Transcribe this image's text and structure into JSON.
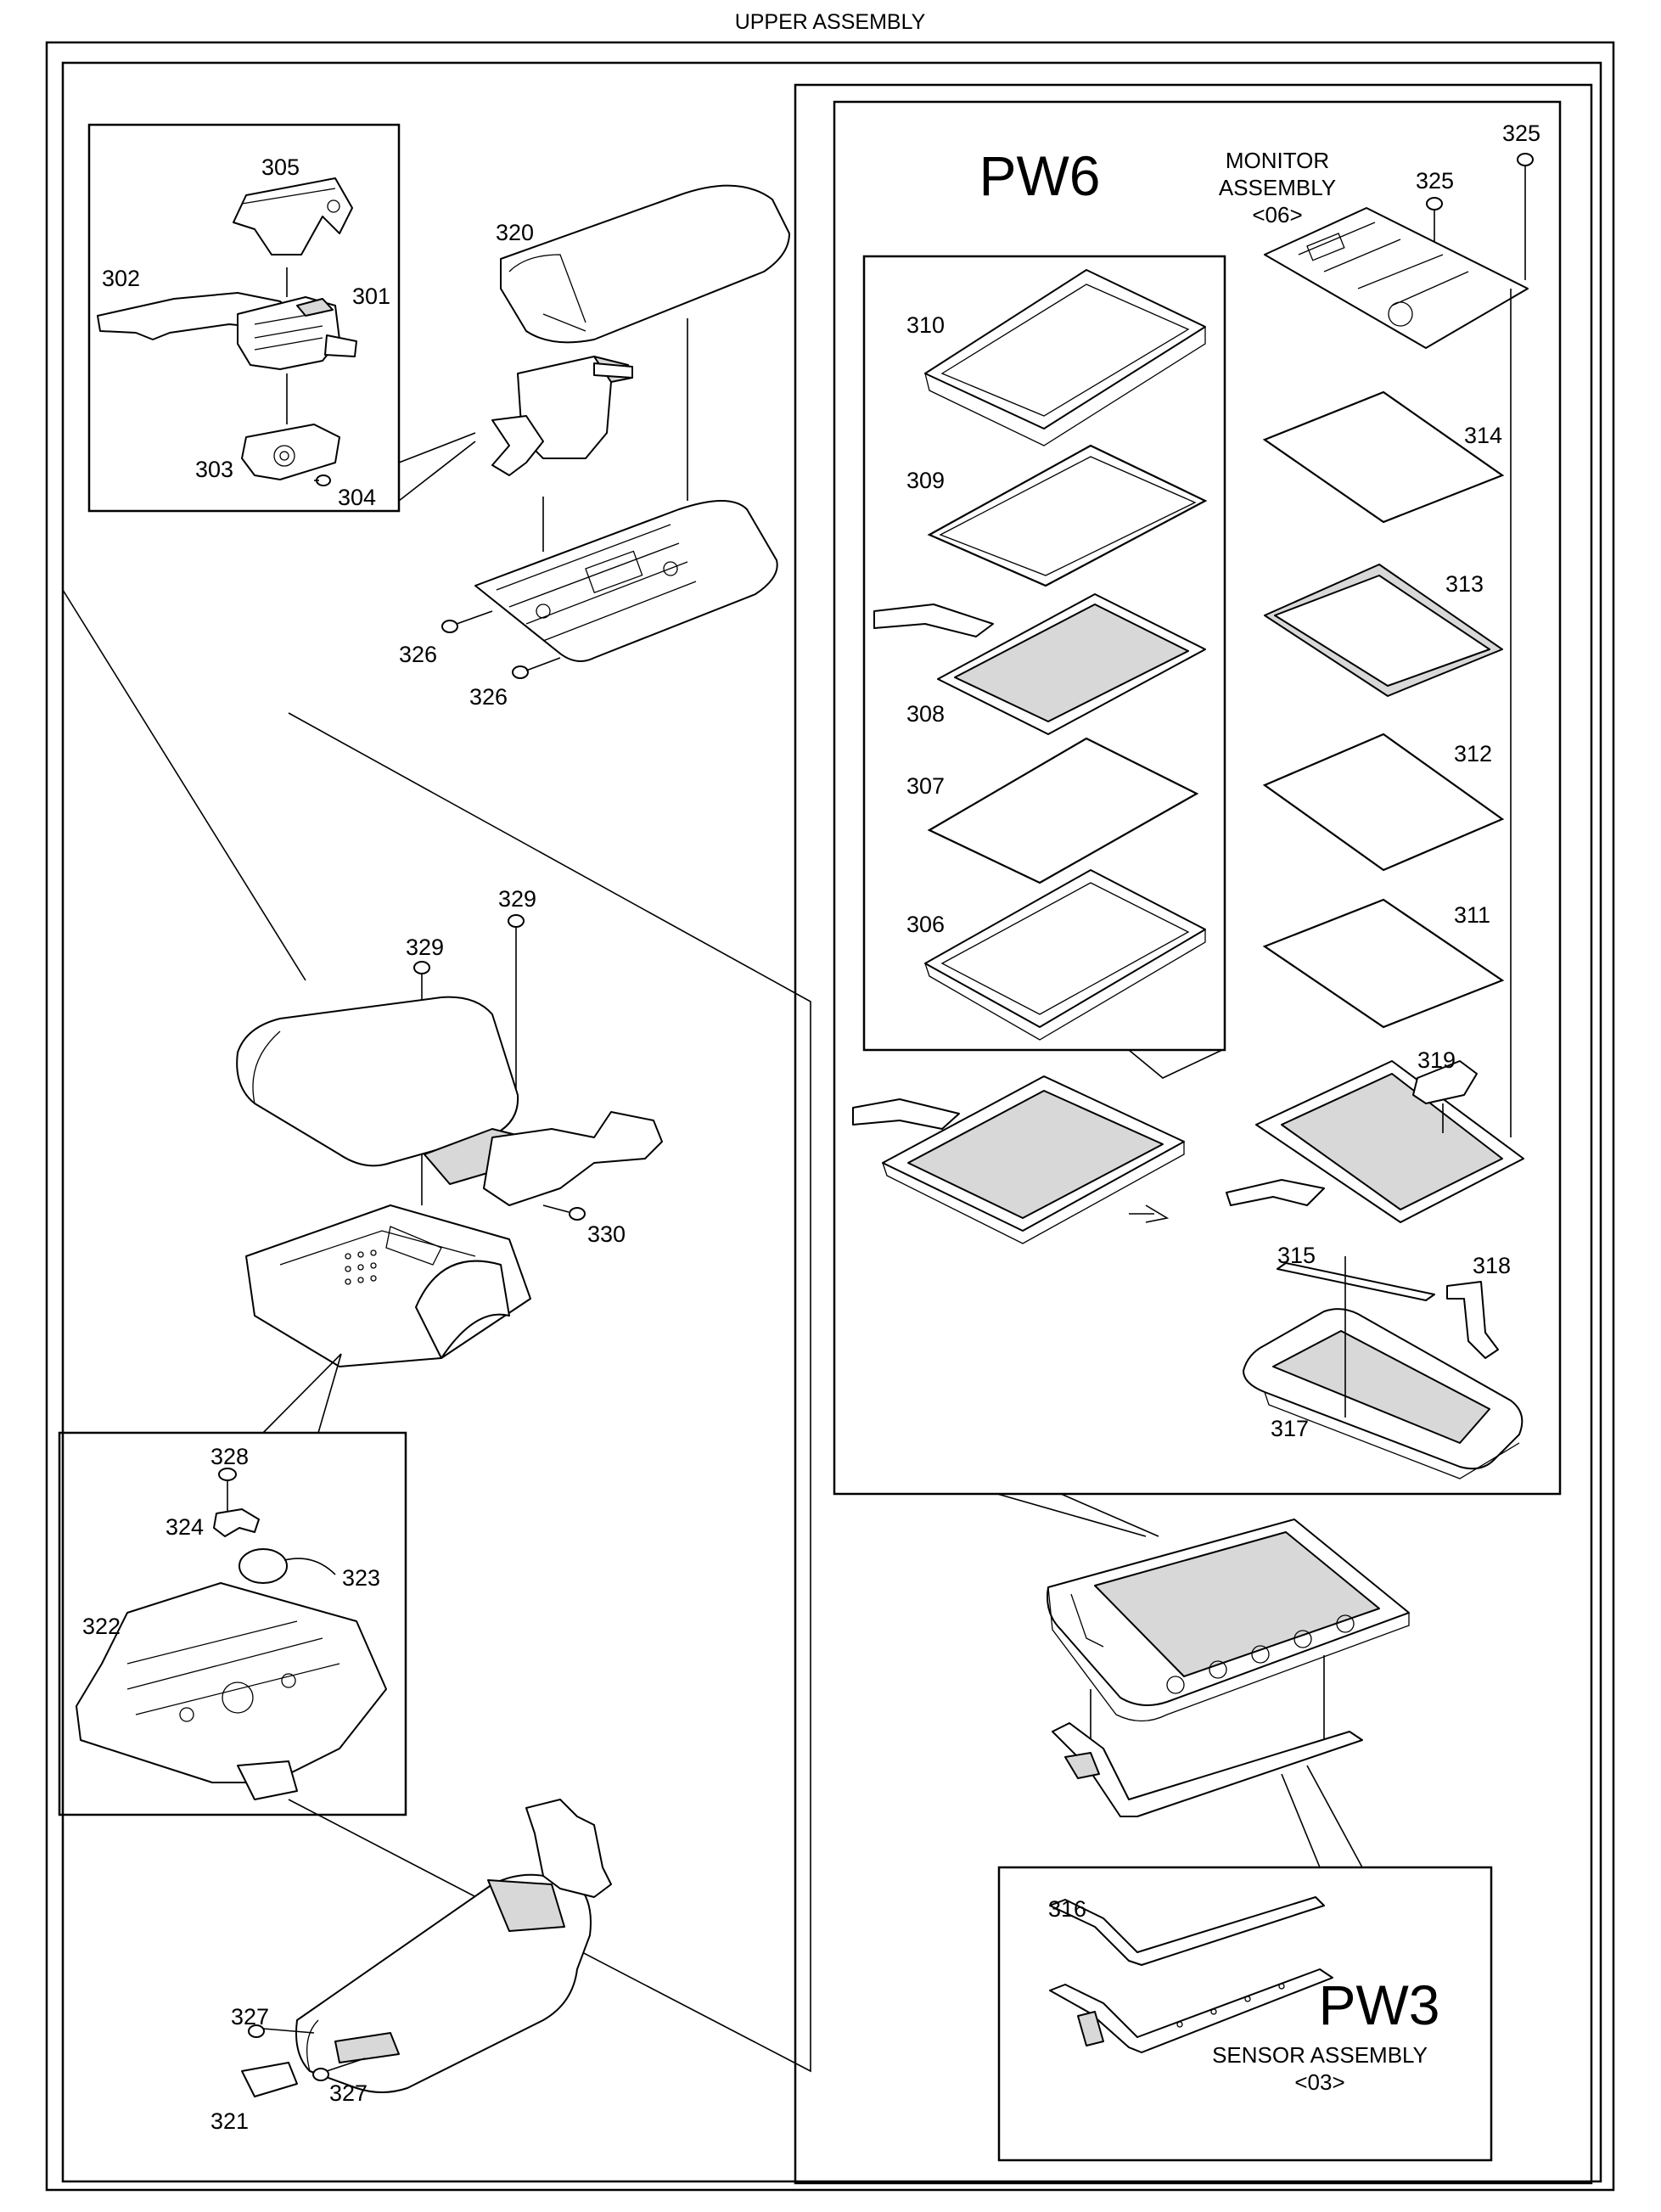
{
  "title": "UPPER ASSEMBLY",
  "monitor_assembly": {
    "line1": "MONITOR",
    "line2": "ASSEMBLY",
    "code": "<06>",
    "handwritten": "PW6"
  },
  "sensor_assembly": {
    "label": "SENSOR ASSEMBLY",
    "code": "<03>",
    "handwritten": "PW3"
  },
  "callouts": {
    "p301": "301",
    "p302": "302",
    "p303": "303",
    "p304": "304",
    "p305": "305",
    "p306": "306",
    "p307": "307",
    "p308": "308",
    "p309": "309",
    "p310": "310",
    "p311": "311",
    "p312": "312",
    "p313": "313",
    "p314": "314",
    "p315": "315",
    "p316": "316",
    "p317": "317",
    "p318": "318",
    "p319": "319",
    "p320": "320",
    "p321": "321",
    "p322": "322",
    "p323": "323",
    "p324": "324",
    "p325a": "325",
    "p325b": "325",
    "p326a": "326",
    "p326b": "326",
    "p327a": "327",
    "p327b": "327",
    "p328": "328",
    "p329a": "329",
    "p329b": "329",
    "p330": "330"
  }
}
